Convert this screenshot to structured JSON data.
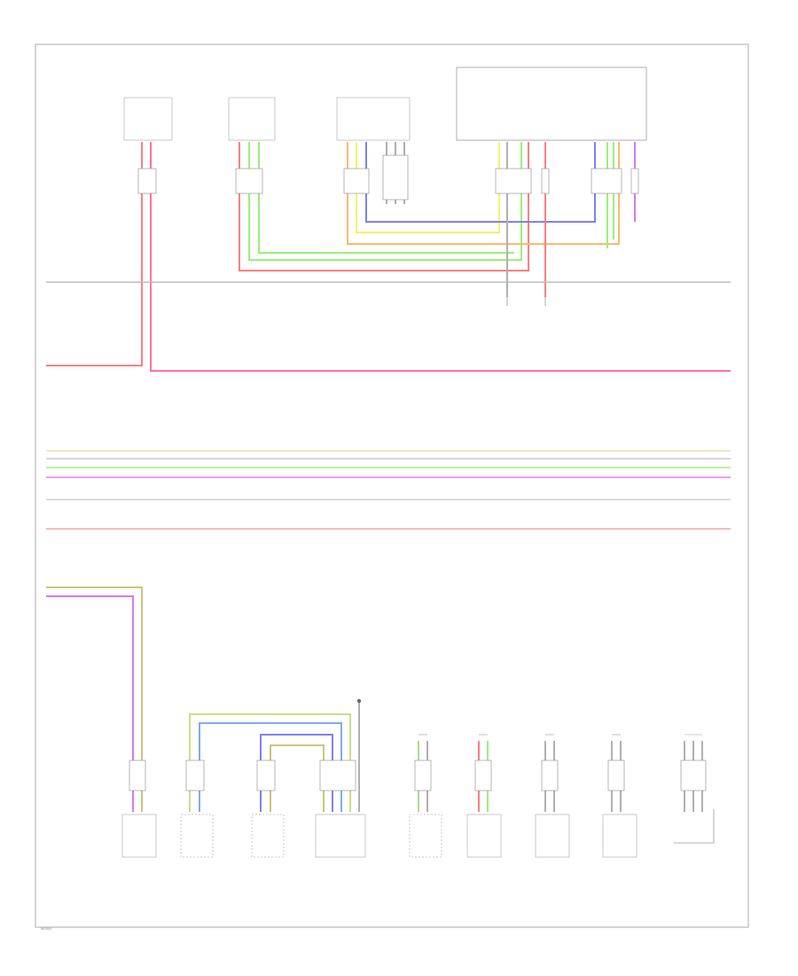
{
  "diagram": {
    "page_id": "W0000",
    "frame_color": "#b9b9b9",
    "components_top": [
      {
        "id": "c1",
        "label": "",
        "pins": [
          "",
          ""
        ]
      },
      {
        "id": "c2",
        "label": "",
        "pins": [
          "",
          "",
          ""
        ]
      },
      {
        "id": "c3",
        "label": "",
        "pins": [
          "",
          "",
          "",
          "",
          ""
        ]
      },
      {
        "id": "c4",
        "label": "",
        "pins": []
      }
    ],
    "components_bottom": [
      {
        "id": "b1",
        "label": ""
      },
      {
        "id": "b2",
        "label": ""
      },
      {
        "id": "b3",
        "label": ""
      },
      {
        "id": "b4",
        "label": ""
      },
      {
        "id": "b5",
        "label": ""
      },
      {
        "id": "b6",
        "label": ""
      },
      {
        "id": "b7",
        "label": ""
      },
      {
        "id": "b8",
        "label": ""
      },
      {
        "id": "b9",
        "label": ""
      },
      {
        "id": "b10",
        "label": ""
      }
    ],
    "grounds": [
      {
        "id": "g1",
        "label": ""
      },
      {
        "id": "g2",
        "label": ""
      },
      {
        "id": "g3",
        "label": ""
      },
      {
        "id": "g4",
        "label": ""
      }
    ],
    "splice_label": "",
    "bus_lines": [
      {
        "id": "bus1",
        "color": "#bdbdbd",
        "left_label": "",
        "right_label": ""
      },
      {
        "id": "bus2",
        "color": "#ff7fa6",
        "left_label": "",
        "right_label": ""
      },
      {
        "id": "bus3",
        "color": "#e8e0a8",
        "left_label": "",
        "right_label": ""
      },
      {
        "id": "bus4",
        "color": "#c8c8c8",
        "left_label": "",
        "right_label": ""
      },
      {
        "id": "bus5",
        "color": "#a6f07a",
        "left_label": "",
        "right_label": ""
      },
      {
        "id": "bus6",
        "color": "#f07ae8",
        "left_label": "",
        "right_label": ""
      },
      {
        "id": "bus7",
        "color": "#d0d0d0",
        "left_label": "",
        "right_label": ""
      },
      {
        "id": "bus8",
        "color": "#f7a3a3",
        "left_label": "",
        "right_label": ""
      }
    ],
    "wire_colors": {
      "pink": "#ff70a8",
      "red": "#ff7f7f",
      "green": "#9af07a",
      "yellow": "#f7f06a",
      "orange": "#ffb870",
      "blue": "#7f7ff7",
      "violet": "#d87af0",
      "olive": "#c8c878",
      "grey": "#b0b0b0"
    }
  }
}
